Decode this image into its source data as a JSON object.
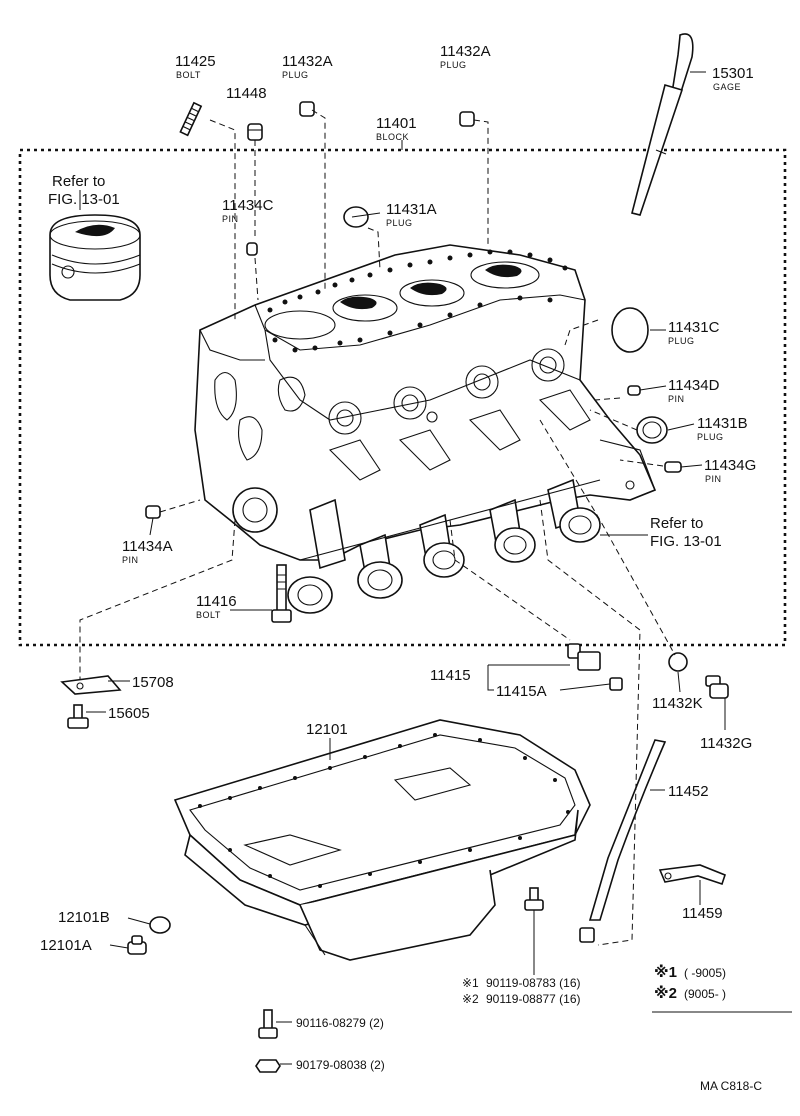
{
  "labels": {
    "p11425": {
      "num": "11425",
      "sub": "BOLT"
    },
    "p11432A_1": {
      "num": "11432A",
      "sub": "PLUG"
    },
    "p11432A_2": {
      "num": "11432A",
      "sub": "PLUG"
    },
    "p11448": {
      "num": "11448"
    },
    "p11401": {
      "num": "11401",
      "sub": "BLOCK"
    },
    "p15301": {
      "num": "15301",
      "sub": "GAGE"
    },
    "refer1": {
      "line1": "Refer to",
      "line2": "FIG. 13-01"
    },
    "p11434C": {
      "num": "11434C",
      "sub": "PIN"
    },
    "p11431A": {
      "num": "11431A",
      "sub": "PLUG"
    },
    "p11431C": {
      "num": "11431C",
      "sub": "PLUG"
    },
    "p11434D": {
      "num": "11434D",
      "sub": "PIN"
    },
    "p11431B": {
      "num": "11431B",
      "sub": "PLUG"
    },
    "p11434G": {
      "num": "11434G",
      "sub": "PIN"
    },
    "refer2": {
      "line1": "Refer to",
      "line2": "FIG. 13-01"
    },
    "p11434A": {
      "num": "11434A",
      "sub": "PIN"
    },
    "p11416": {
      "num": "11416",
      "sub": "BOLT"
    },
    "p15708": {
      "num": "15708"
    },
    "p15605": {
      "num": "15605"
    },
    "p11415": {
      "num": "11415"
    },
    "p11415A": {
      "num": "11415A"
    },
    "p11432K": {
      "num": "11432K"
    },
    "p11432G": {
      "num": "11432G"
    },
    "p12101": {
      "num": "12101"
    },
    "p11452": {
      "num": "11452"
    },
    "p11459": {
      "num": "11459"
    },
    "p12101B": {
      "num": "12101B"
    },
    "p12101A": {
      "num": "12101A"
    },
    "p90119_1": {
      "mark": "※1",
      "num": "90119-08783 (16)"
    },
    "p90119_2": {
      "mark": "※2",
      "num": "90119-08877 (16)"
    },
    "p90116": {
      "num": "90116-08279 (2)"
    },
    "p90179": {
      "num": "90179-08038 (2)"
    }
  },
  "legend": {
    "row1": {
      "mark": "※1",
      "range": "(        -9005)"
    },
    "row2": {
      "mark": "※2",
      "range": "(9005-        )"
    }
  },
  "footer": {
    "code": "MA  C818-C"
  }
}
